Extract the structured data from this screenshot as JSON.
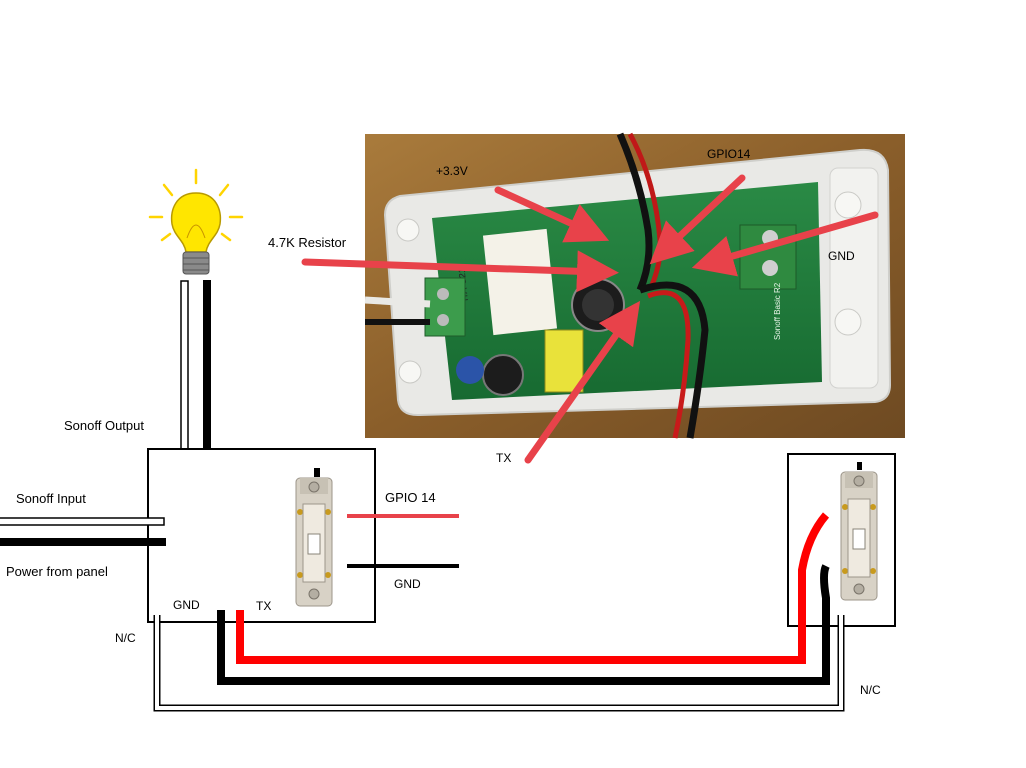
{
  "diagram": {
    "labels": {
      "sonoff_output": "Sonoff Output",
      "sonoff_input": "Sonoff Input",
      "power_from_panel": "Power from  panel",
      "gnd_box": "GND",
      "tx_box": "TX",
      "gpio14_wire": "GPIO 14",
      "gnd_wire": "GND",
      "nc_left": "N/C",
      "nc_right": "N/C"
    },
    "photo": {
      "labels": {
        "v33": "+3.3V",
        "gpio14": "GPIO14",
        "resistor": "4.7K Resistor",
        "gnd": "GND",
        "tx": "TX"
      },
      "board_text": {
        "module": "ITA-G21",
        "board_name": "Sonoff Basic R2"
      }
    }
  },
  "colors": {
    "wire_red": "#ff0000",
    "wire_black": "#000000",
    "arrow_red": "#e8424a",
    "board_green": "#1e7a3c",
    "bulb_yellow": "#ffe600"
  }
}
